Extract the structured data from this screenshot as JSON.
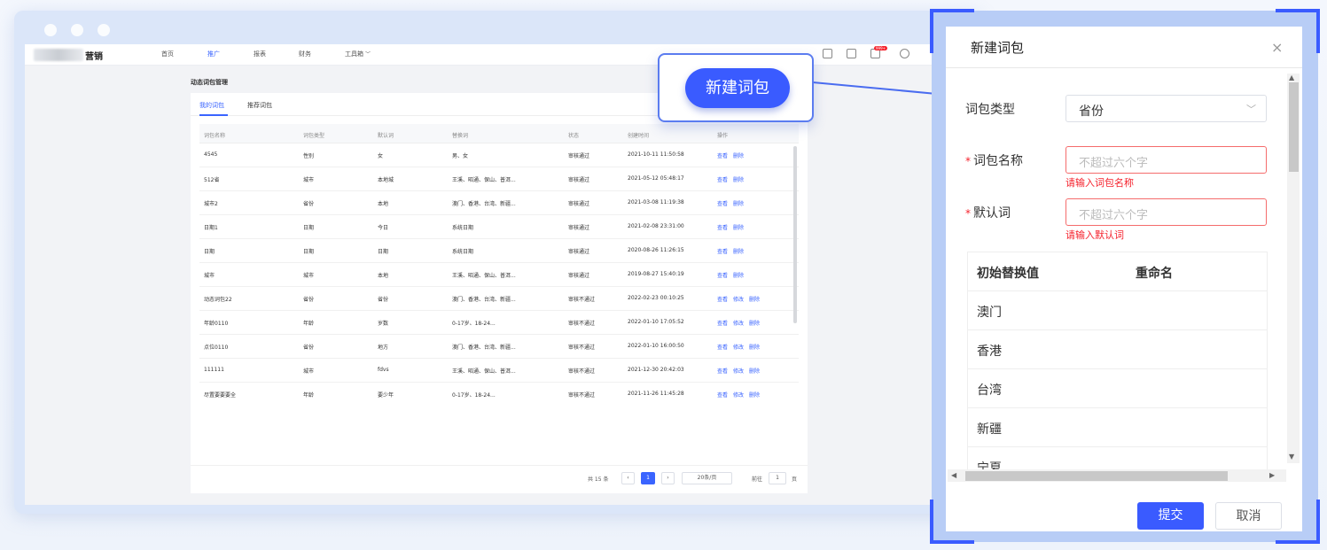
{
  "app": {
    "logo_text": "营销"
  },
  "nav": [
    "首页",
    "推广",
    "报表",
    "财务",
    "工具箱"
  ],
  "badge": "999+",
  "page_title": "动态词包管理",
  "tabs": [
    "我的词包",
    "推荐词包"
  ],
  "table": {
    "headers": [
      "词包名称",
      "词包类型",
      "默认词",
      "替换词",
      "状态",
      "创建时间",
      "操作"
    ],
    "rows": [
      [
        "4545",
        "性别",
        "女",
        "男、女",
        "审核通过",
        "2021-10-11 11:50:58",
        "查看",
        "删除",
        ""
      ],
      [
        "512省",
        "城市",
        "本地城",
        "王溪、昭通、保山、普洱...",
        "审核通过",
        "2021-05-12 05:48:17",
        "查看",
        "删除",
        ""
      ],
      [
        "城市2",
        "省份",
        "本地",
        "澳门、香港、台湾、新疆...",
        "审核通过",
        "2021-03-08 11:19:38",
        "查看",
        "删除",
        ""
      ],
      [
        "日期1",
        "日期",
        "今日",
        "系统日期",
        "审核通过",
        "2021-02-08 23:31:00",
        "查看",
        "删除",
        ""
      ],
      [
        "日期",
        "日期",
        "日期",
        "系统日期",
        "审核通过",
        "2020-08-26 11:26:15",
        "查看",
        "删除",
        ""
      ],
      [
        "城市",
        "城市",
        "本地",
        "王溪、昭通、保山、普洱...",
        "审核通过",
        "2019-08-27 15:40:19",
        "查看",
        "删除",
        ""
      ],
      [
        "动态词包22",
        "省份",
        "省份",
        "澳门、香港、台湾、新疆...",
        "审核不通过",
        "2022-02-23 00:10:25",
        "查看",
        "修改",
        "删除"
      ],
      [
        "年龄0110",
        "年龄",
        "岁数",
        "0-17岁、18-24...",
        "审核不通过",
        "2022-01-10 17:05:52",
        "查看",
        "修改",
        "删除"
      ],
      [
        "点位0110",
        "省份",
        "地方",
        "澳门、香港、台湾、新疆...",
        "审核不通过",
        "2022-01-10 16:00:50",
        "查看",
        "修改",
        "删除"
      ],
      [
        "111111",
        "城市",
        "fdvs",
        "王溪、昭通、保山、普洱...",
        "审核不通过",
        "2021-12-30 20:42:03",
        "查看",
        "修改",
        "删除"
      ],
      [
        "尽置要要要全",
        "年龄",
        "要少年",
        "0-17岁、18-24...",
        "审核不通过",
        "2021-11-26 11:45:28",
        "查看",
        "修改",
        "删除"
      ]
    ]
  },
  "pager": {
    "total": "共 15 条",
    "current": "1",
    "page_size": "20条/页",
    "goto_label": "前往",
    "goto_value": "1",
    "page_unit": "页",
    "prev": "‹",
    "next": "›"
  },
  "callout": {
    "label": "新建词包"
  },
  "modal": {
    "title": "新建词包",
    "close": "×",
    "fields": {
      "type_label": "词包类型",
      "type_value": "省份",
      "name_label": "词包名称",
      "name_placeholder": "不超过六个字",
      "name_error": "请输入词包名称",
      "default_label": "默认词",
      "default_placeholder": "不超过六个字",
      "default_error": "请输入默认词",
      "required_mark": "*"
    },
    "replace_table": {
      "headers": [
        "初始替换值",
        "重命名"
      ],
      "rows": [
        "澳门",
        "香港",
        "台湾",
        "新疆",
        "宁夏"
      ]
    },
    "submit": "提交",
    "cancel": "取消"
  },
  "colors": {
    "accent": "#3a5bff",
    "error": "#f5222d",
    "link": "#3a64ff"
  }
}
